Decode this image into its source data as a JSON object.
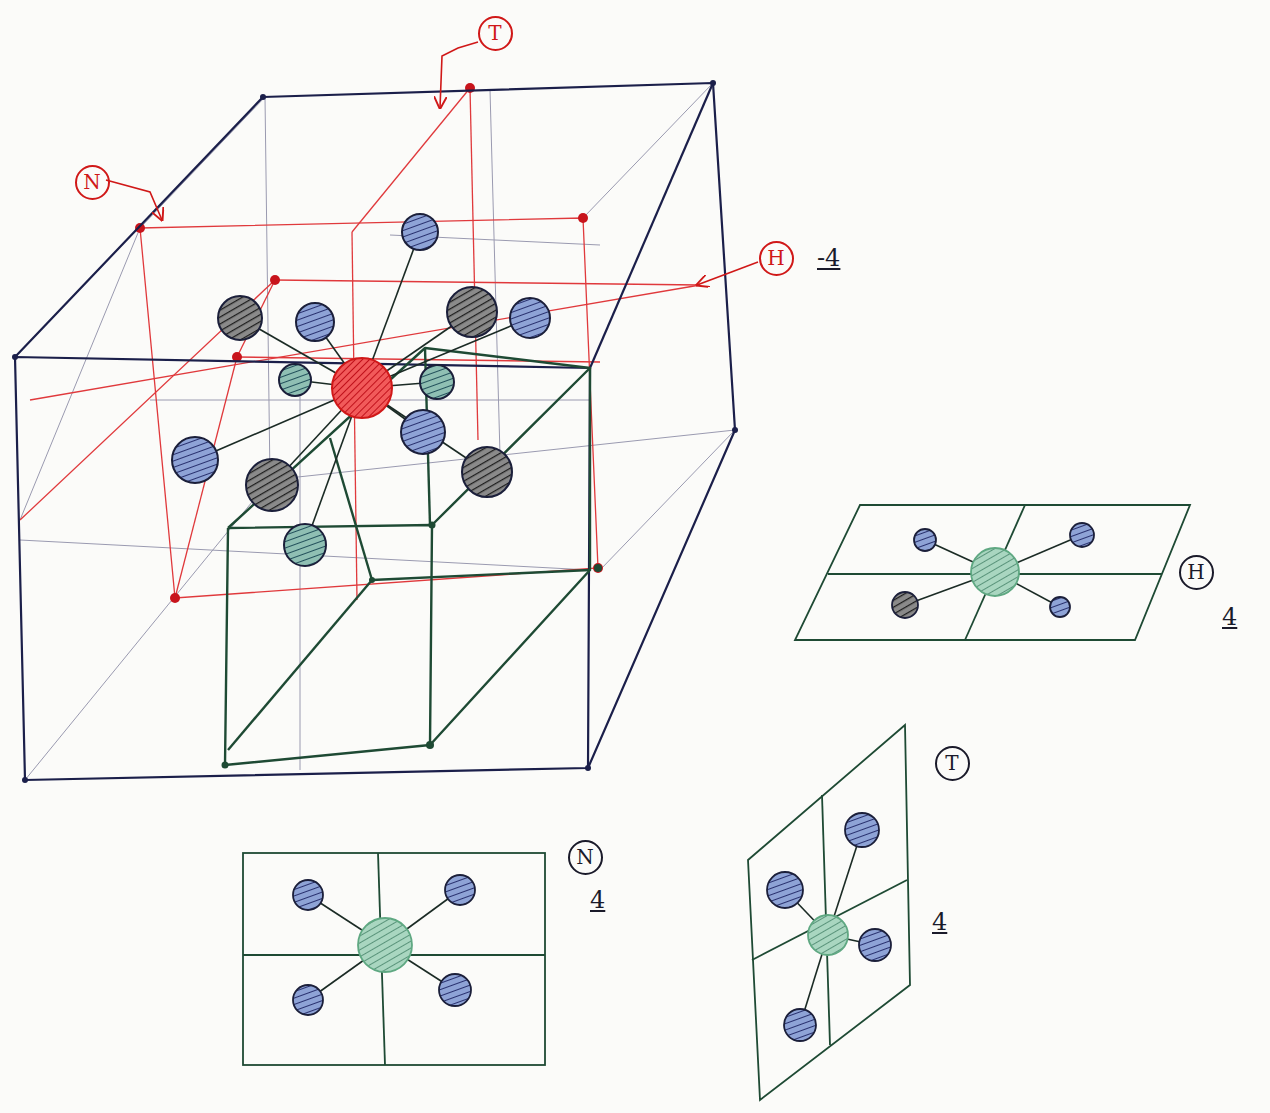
{
  "diagram": {
    "nodes": [
      {
        "text": [
          "T"
        ]
      },
      {
        "text": [
          "N"
        ]
      },
      {
        "text": [
          "H"
        ]
      },
      {
        "text": [
          "H"
        ]
      },
      {
        "text": [
          "T"
        ]
      },
      {
        "text": [
          "N"
        ]
      }
    ],
    "labels": [
      "-4",
      "4",
      "4",
      "4"
    ]
  }
}
